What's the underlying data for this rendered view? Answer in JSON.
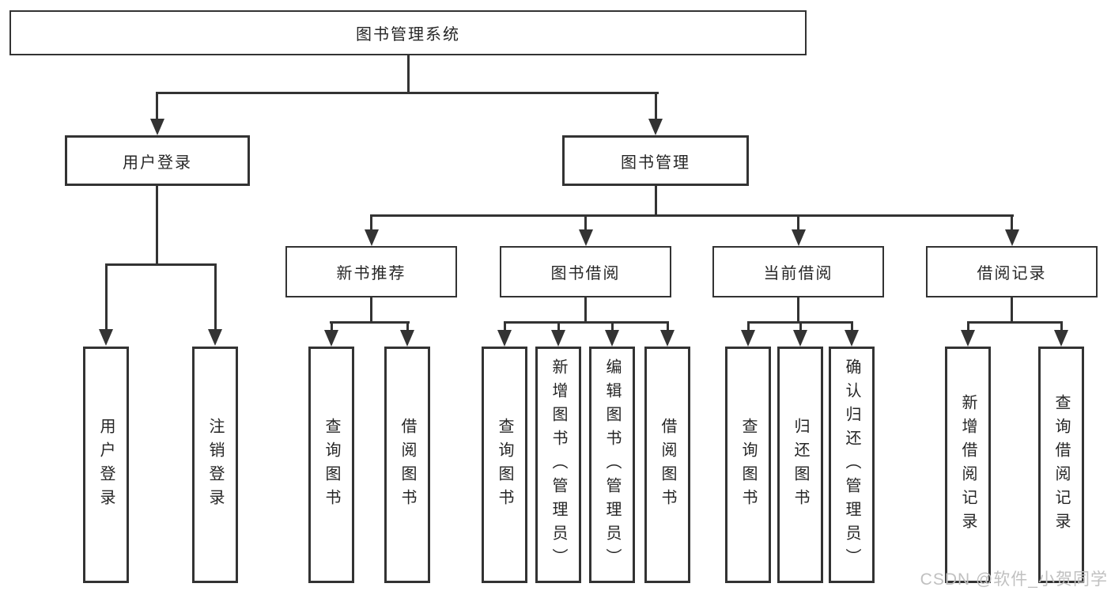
{
  "diagram": {
    "title": "图书管理系统",
    "root": {
      "label": "图书管理系统"
    },
    "branches": [
      {
        "label": "用户登录",
        "children": [
          {
            "label": "用户登录"
          },
          {
            "label": "注销登录"
          }
        ]
      },
      {
        "label": "图书管理",
        "modules": [
          {
            "label": "新书推荐",
            "children": [
              {
                "label": "查询图书"
              },
              {
                "label": "借阅图书"
              }
            ]
          },
          {
            "label": "图书借阅",
            "children": [
              {
                "label": "查询图书"
              },
              {
                "label": "新增图书（管理员）"
              },
              {
                "label": "编辑图书（管理员）"
              },
              {
                "label": "借阅图书"
              }
            ]
          },
          {
            "label": "当前借阅",
            "children": [
              {
                "label": "查询图书"
              },
              {
                "label": "归还图书"
              },
              {
                "label": "确认归还（管理员）"
              }
            ]
          },
          {
            "label": "借阅记录",
            "children": [
              {
                "label": "新增借阅记录"
              },
              {
                "label": "查询借阅记录"
              }
            ]
          }
        ]
      }
    ]
  },
  "watermark": {
    "text": "CSDN @软件_小贺同学"
  },
  "colors": {
    "line": "#333333",
    "box_border": "#333333",
    "box_fill": "#ffffff",
    "text": "#262626",
    "watermark": "#c0c0c0"
  }
}
